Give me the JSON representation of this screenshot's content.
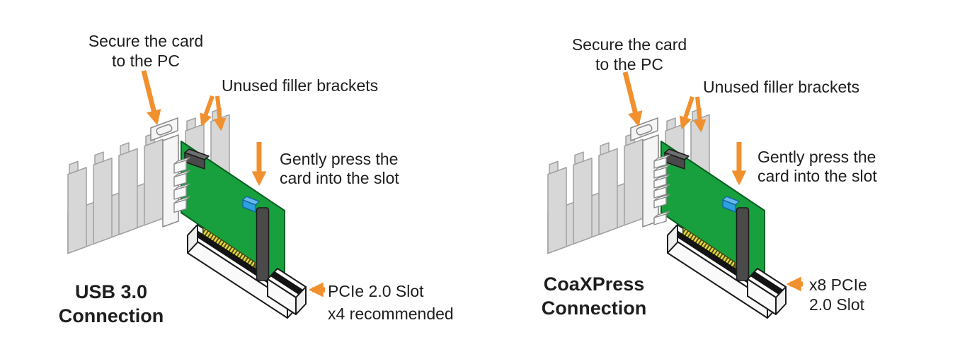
{
  "colors": {
    "arrow_orange": "#F0902E",
    "text": "#1E1E1E",
    "pcb_green": "#17A03D",
    "gold_fingers": "#E7D83F",
    "slot_white": "#FAFAFA",
    "chassis_gray": "#D7D7D7",
    "component_dark": "#4A4A4A",
    "header_blue": "#2E9FE0"
  },
  "panels": [
    {
      "id": "usb3",
      "title_line1": "USB 3.0",
      "title_line2": "Connection",
      "connector_count": 4,
      "labels": {
        "secure_line1": "Secure the card",
        "secure_line2": "to the PC",
        "filler": "Unused filler brackets",
        "press_line1": "Gently press the",
        "press_line2": "card into the slot",
        "slot_line1": "PCIe 2.0 Slot",
        "slot_line2": "x4 recommended"
      }
    },
    {
      "id": "coaxpress",
      "title_line1": "CoaXPress",
      "title_line2": "Connection",
      "connector_count": 6,
      "labels": {
        "secure_line1": "Secure the card",
        "secure_line2": "to the PC",
        "filler": "Unused filler brackets",
        "press_line1": "Gently press the",
        "press_line2": "card into the slot",
        "slot_line1": "x8 PCIe",
        "slot_line2": "2.0 Slot"
      }
    }
  ]
}
